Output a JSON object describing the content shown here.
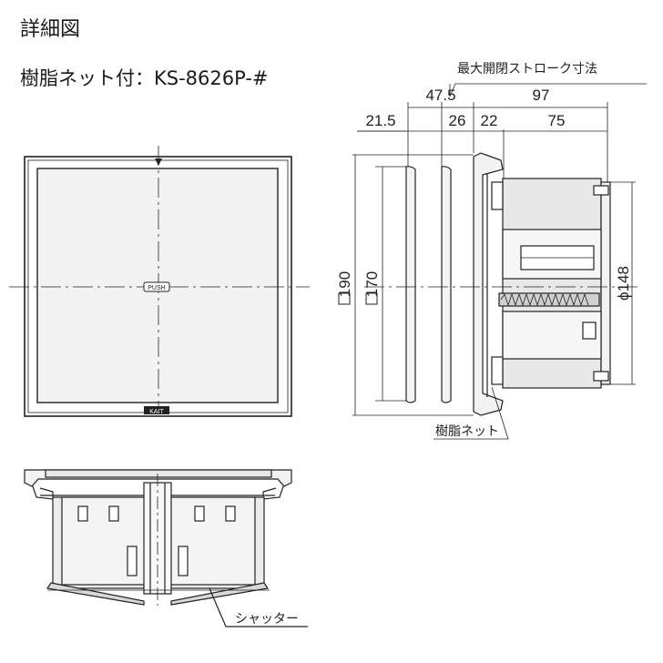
{
  "title": "詳細図",
  "model": "樹脂ネット付：KS-8626P-#",
  "labels": {
    "stroke": "最大開閉ストローク寸法",
    "net": "樹脂ネット",
    "shutter": "シャッター",
    "push": "PUSH",
    "brand": "KAIT"
  },
  "dimensions": {
    "d_47_5": "47.5",
    "d_97": "97",
    "d_21_5": "21.5",
    "d_26": "26",
    "d_22": "22",
    "d_75": "75",
    "sq190": "190",
    "sq170": "170",
    "phi148": "ϕ148"
  },
  "colors": {
    "line": "#222222",
    "panel": "#f2f2f2",
    "body": "#e6e6e6"
  }
}
